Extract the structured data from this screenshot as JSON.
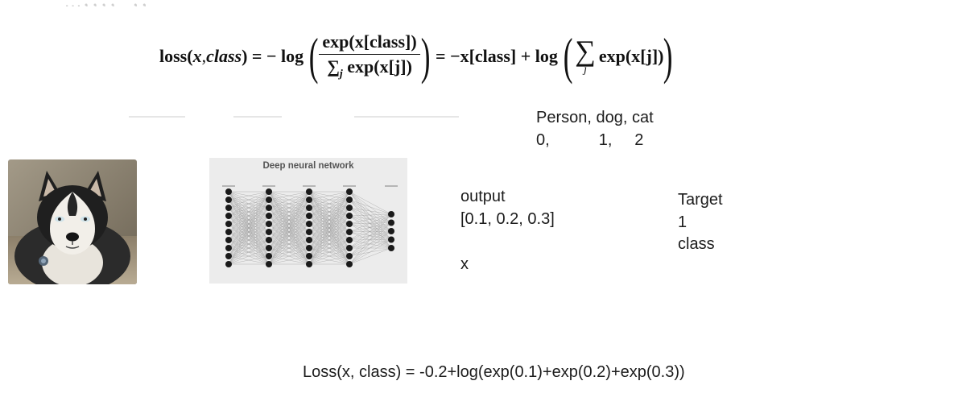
{
  "header_ghost_text": "...，，，， ，，",
  "formula": {
    "lhs": "loss(",
    "var_x": "x",
    "comma": ", ",
    "var_class": "class",
    "rhs_eq": ") = − log",
    "numerator": "exp(x[class])",
    "denominator": "∑",
    "denominator_sub": "j",
    "denominator_rest": " exp(x[j])",
    "middle": "= −x[class] + log",
    "sum_symbol": "∑",
    "sum_sub": "j",
    "sum_body": "exp(x[j])"
  },
  "classes": {
    "names": "Person, dog, cat",
    "indices": "0,           1,     2"
  },
  "network_image": {
    "title": "Deep neural network",
    "layers": [
      10,
      10,
      10,
      10,
      5
    ]
  },
  "output": {
    "label": "output",
    "value": "[0.1, 0.2, 0.3]",
    "var": "x"
  },
  "target": {
    "label": "Target",
    "value": "1",
    "var": "class"
  },
  "loss_example": "Loss(x, class) = -0.2+log(exp(0.1)+exp(0.2)+exp(0.3))"
}
